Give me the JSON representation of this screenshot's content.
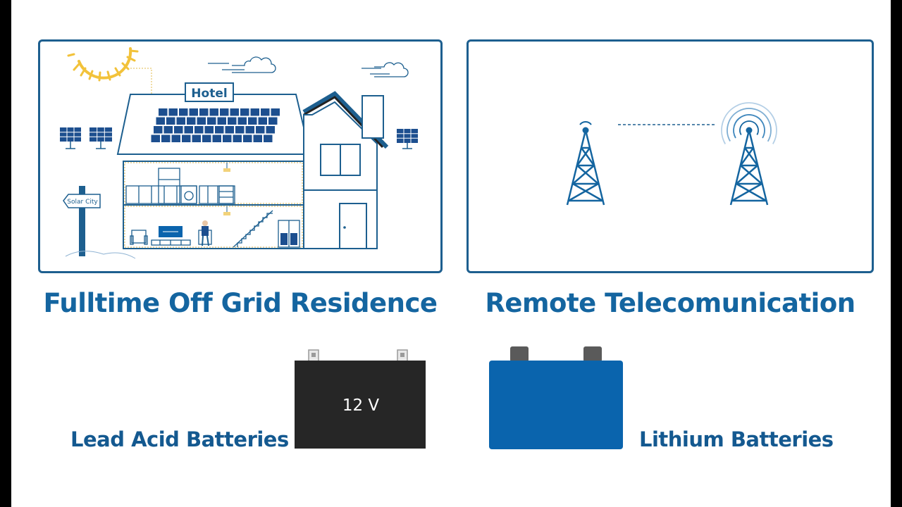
{
  "residence": {
    "title": "Fulltime Off Grid Residence",
    "hotel_sign": "Hotel",
    "signpost_label": "Solar City"
  },
  "telecom": {
    "title": "Remote Telecomunication"
  },
  "batteries": {
    "lead_acid": {
      "label": "Lead Acid Batteries",
      "voltage": "12 V"
    },
    "lithium": {
      "label": "Lithium Batteries"
    }
  },
  "colors": {
    "brand_blue": "#1465a0",
    "panel_border": "#1d5f8f",
    "lithium_battery": "#0a64ad",
    "lead_battery": "#262626",
    "sun": "#f2c23a"
  }
}
